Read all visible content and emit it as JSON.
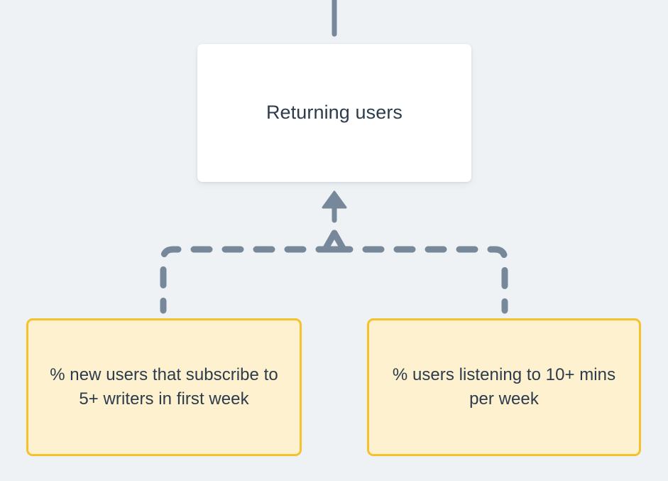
{
  "diagram": {
    "background_color": "#eef2f5",
    "nodes": [
      {
        "id": "returning-users",
        "type": "outcome-card",
        "label": "Returning users",
        "fill_color": "#ffffff",
        "text_color": "#2c3c4c"
      },
      {
        "id": "metric-subscribe",
        "type": "metric-card",
        "label": "% new users that subscribe to 5+ writers in first week",
        "lines": [
          "% new users that",
          "subscribe to 5+",
          "writers in first week"
        ],
        "fill_color": "#fdf1cf",
        "border_color": "#f5c22b",
        "text_color": "#2c3c4c"
      },
      {
        "id": "metric-listening",
        "type": "metric-card",
        "label": "% users listening to 10+ mins per week",
        "lines": [
          "% users listening to",
          "10+ mins per week"
        ],
        "fill_color": "#fdf1cf",
        "border_color": "#f5c22b",
        "text_color": "#2c3c4c"
      }
    ],
    "connectors": {
      "line_color": "#78889b",
      "top_stub": {
        "style": "solid",
        "orientation": "vertical"
      },
      "arrow_up": {
        "style": "solid",
        "direction": "up"
      },
      "branch": {
        "style": "dashed",
        "shape": "bracket",
        "caret": "up"
      }
    }
  }
}
